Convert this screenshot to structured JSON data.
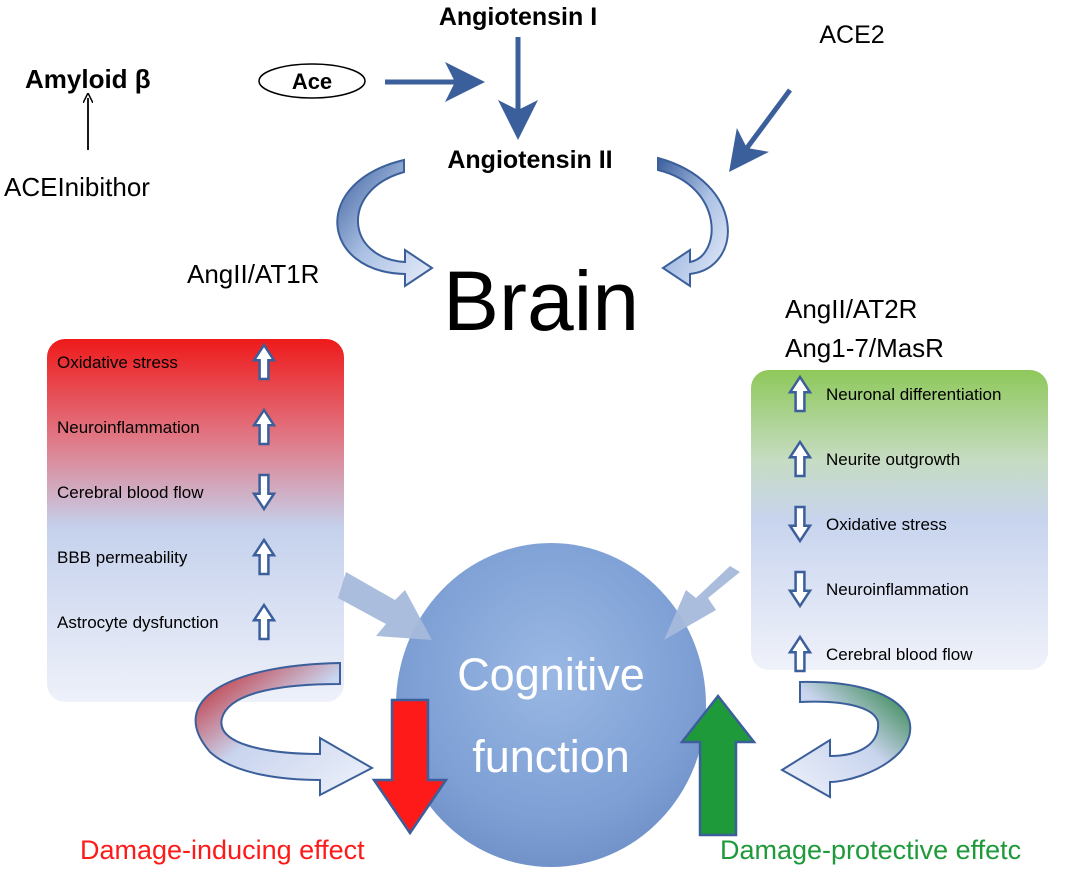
{
  "top": {
    "amyloid": "Amyloid β",
    "ace_inhibitor": "ACEInibithor",
    "ace": "Ace",
    "angiotensin_i": "Angiotensin I",
    "angiotensin_ii": "Angiotensin II",
    "ace2": "ACE2"
  },
  "receptors": {
    "left": "AngII/AT1R",
    "right_1": "AngII/AT2R",
    "right_2": "Ang1-7/MasR"
  },
  "brain": "Brain",
  "cognitive": {
    "line1": "Cognitive",
    "line2": "function"
  },
  "left_panel": {
    "items": [
      {
        "label": "Oxidative stress",
        "direction": "up"
      },
      {
        "label": "Neuroinflammation",
        "direction": "up"
      },
      {
        "label": "Cerebral  blood flow",
        "direction": "down"
      },
      {
        "label": "BBB permeability",
        "direction": "up"
      },
      {
        "label": "Astrocyte dysfunction",
        "direction": "up"
      }
    ]
  },
  "right_panel": {
    "items": [
      {
        "label": "Neuronal differentiation",
        "direction": "up"
      },
      {
        "label": "Neurite outgrowth",
        "direction": "up"
      },
      {
        "label": "Oxidative stress",
        "direction": "down"
      },
      {
        "label": "Neuroinflammation",
        "direction": "down"
      },
      {
        "label": "Cerebral blood flow",
        "direction": "up"
      }
    ]
  },
  "effects": {
    "left": "Damage-inducing effect",
    "right": "Damage-protective effetc"
  },
  "colors": {
    "arrow_blue": "#3b5f9a",
    "damage_red": "#ff1a1a",
    "protective_green": "#1f9a3a",
    "circle_blue": "#7a9fd4"
  }
}
